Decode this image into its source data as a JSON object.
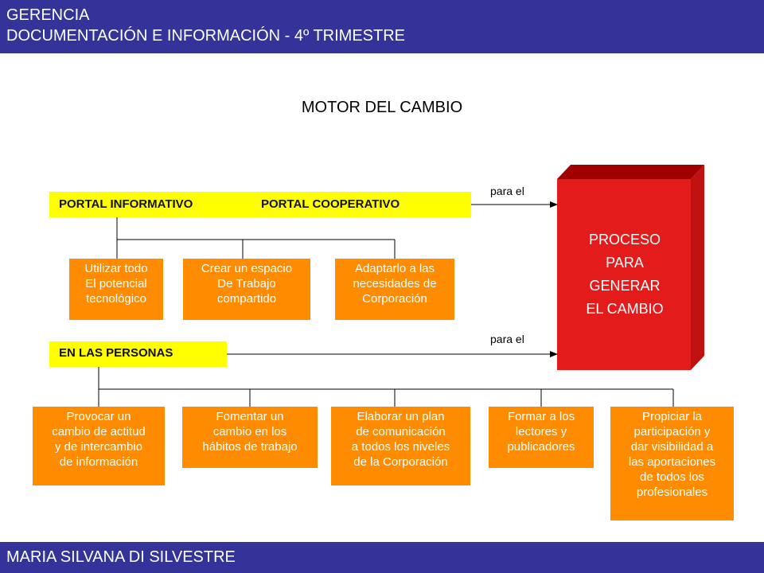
{
  "header": {
    "line1": "GERENCIA",
    "line2": "DOCUMENTACIÓN E INFORMACIÓN - 4º TRIMESTRE"
  },
  "title": "MOTOR DEL CAMBIO",
  "portal_bar": {
    "left": "PORTAL INFORMATIVO",
    "right": "PORTAL COOPERATIVO"
  },
  "people_bar": "EN LAS PERSONAS",
  "arrow_labels": [
    "para el",
    "para el"
  ],
  "process_box": [
    "PROCESO",
    "PARA",
    "GENERAR",
    "EL CAMBIO"
  ],
  "portal_actions": [
    [
      "Utilizar todo",
      "El potencial",
      "tecnológico"
    ],
    [
      "Crear un espacio",
      "De Trabajo",
      "compartido"
    ],
    [
      "Adaptarlo a las",
      "necesidades de",
      "Corporación"
    ]
  ],
  "people_actions": [
    [
      "Provocar un",
      "cambio de actitud",
      "y de intercambio",
      "de información"
    ],
    [
      "Fomentar un",
      "cambio en los",
      "hábitos de trabajo"
    ],
    [
      "Elaborar un plan",
      "de comunicación",
      "a todos los niveles",
      "de la Corporación"
    ],
    [
      "Formar a los",
      "lectores y",
      "publicadores"
    ],
    [
      "Propiciar la",
      "participación y",
      "dar visibilidad a",
      "las aportaciones",
      "de todos los",
      "profesionales"
    ]
  ],
  "footer": "MARIA SILVANA DI SILVESTRE",
  "colors": {
    "band": "#333399",
    "yellow": "#ffff00",
    "orange": "#ff8c00",
    "red_front": "#e31b1b",
    "red_top": "#a00000",
    "red_side": "#c01010"
  }
}
